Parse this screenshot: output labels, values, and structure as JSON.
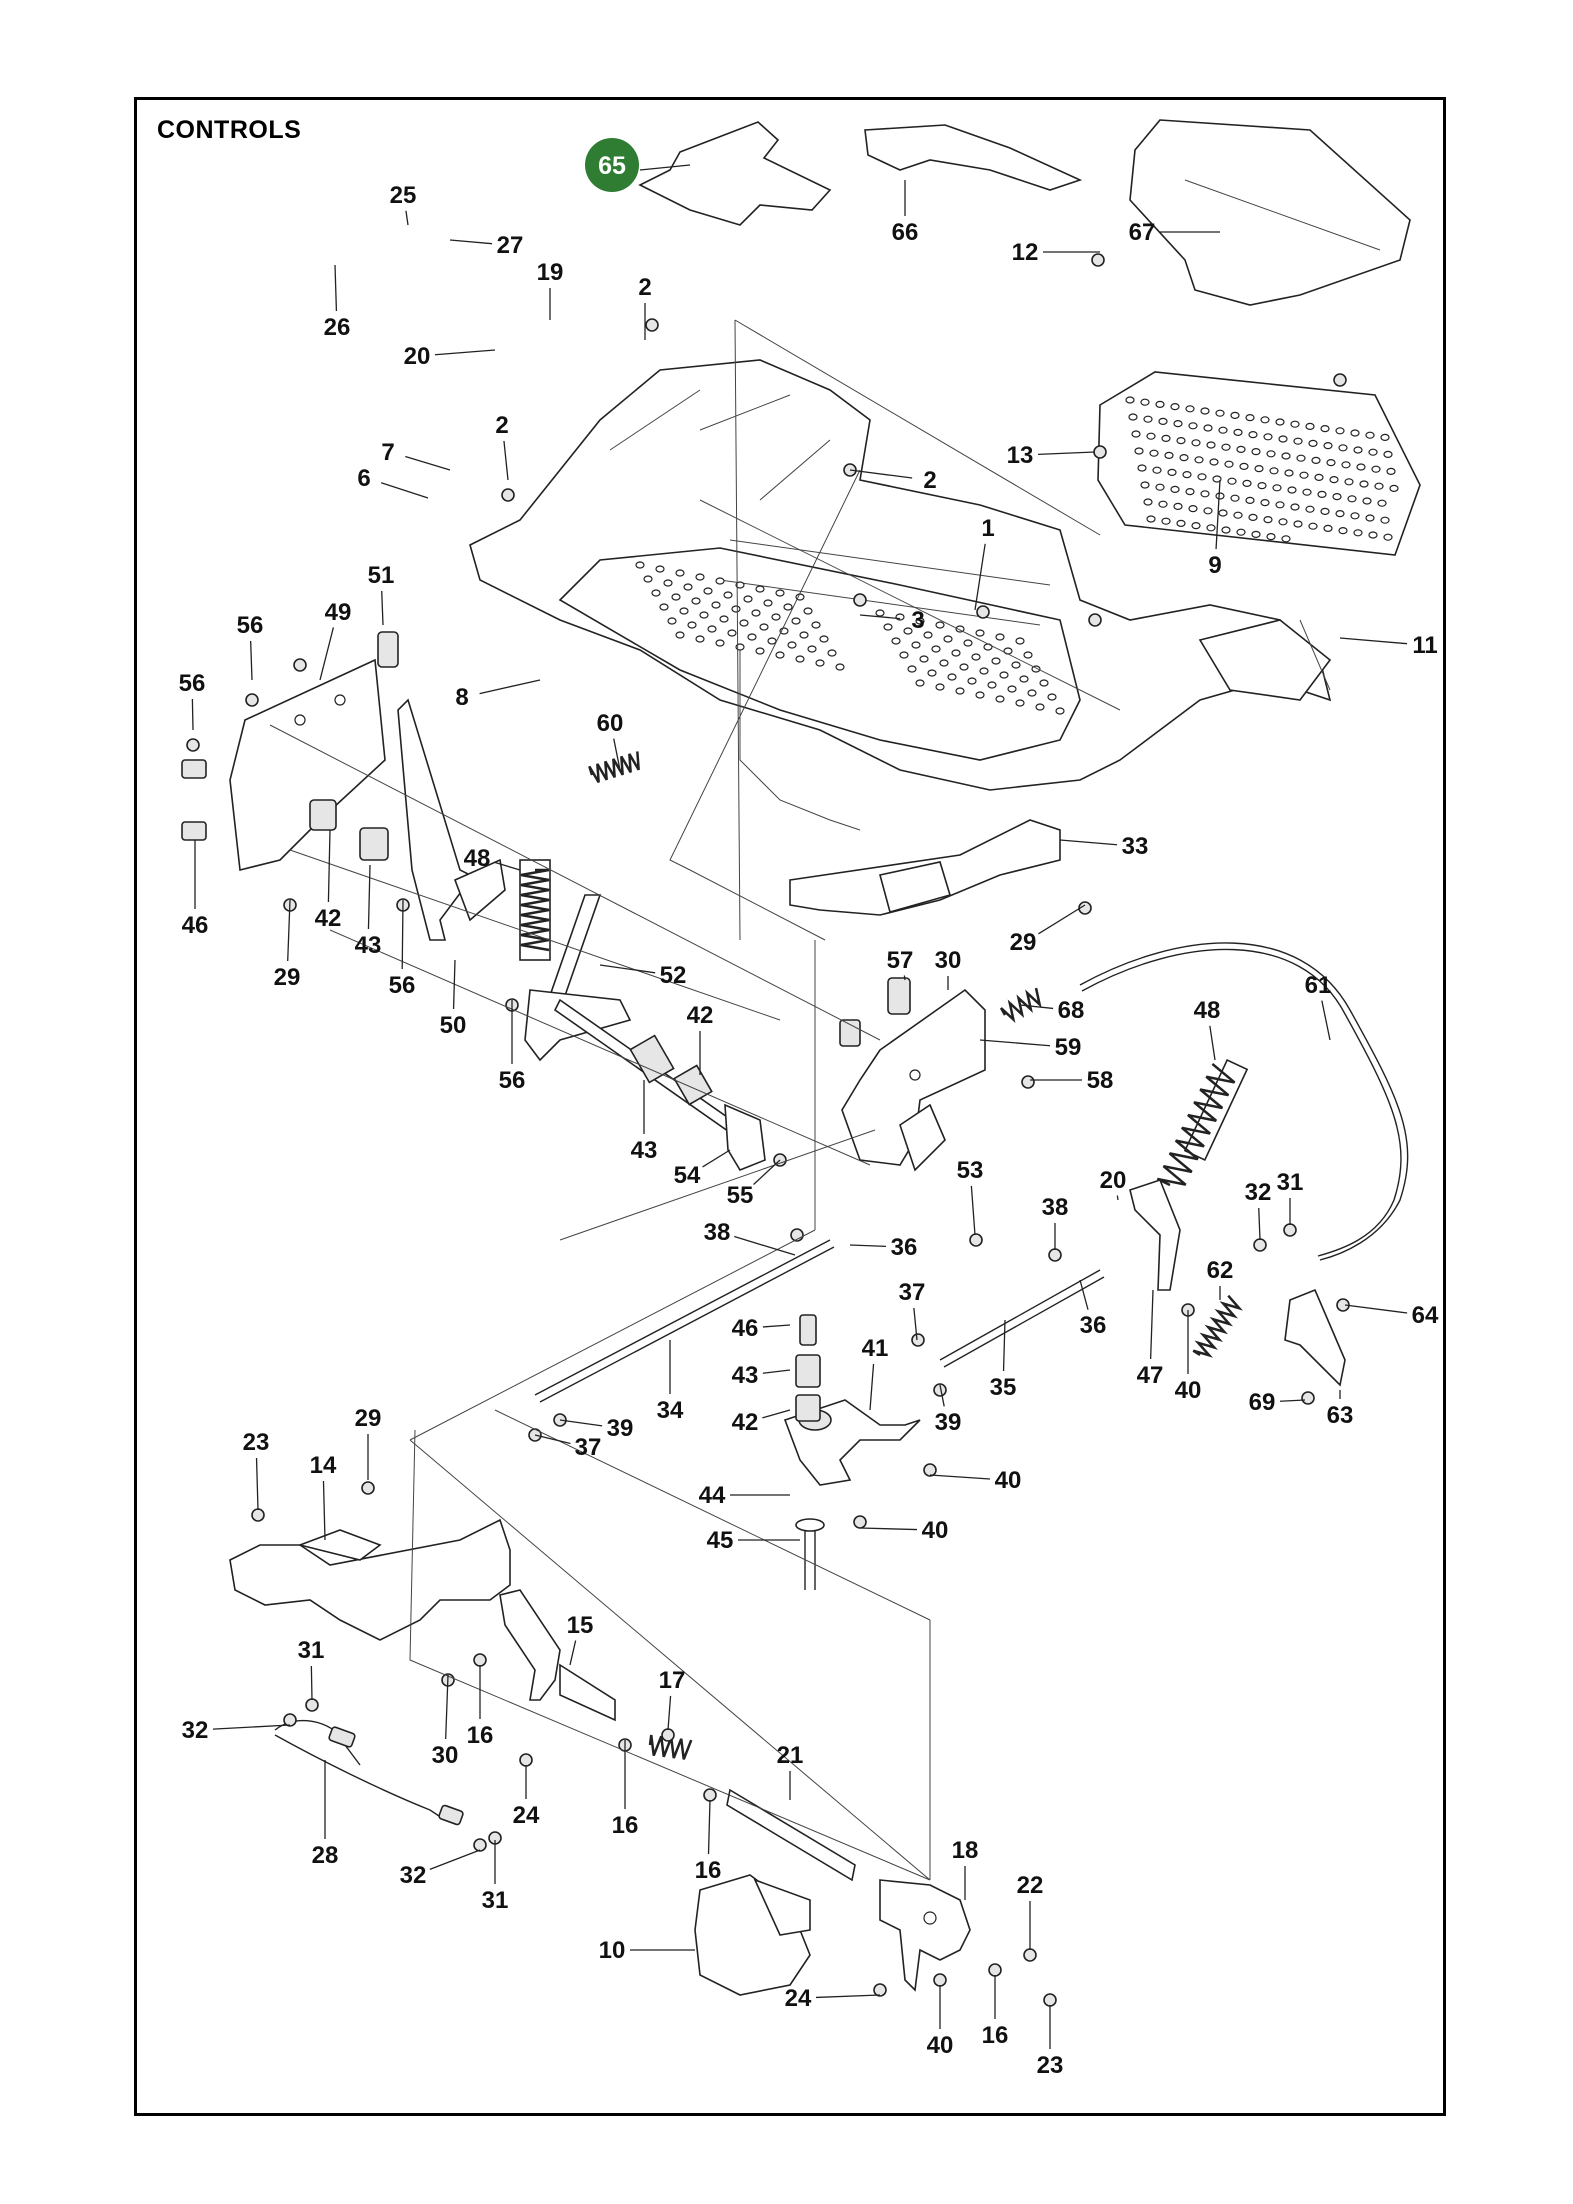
{
  "title": "CONTROLS",
  "highlight": {
    "label": "65",
    "color": "#2e7d32"
  },
  "callouts": [
    "1",
    "2",
    "3",
    "6",
    "7",
    "8",
    "9",
    "10",
    "11",
    "12",
    "13",
    "14",
    "15",
    "16",
    "17",
    "18",
    "19",
    "20",
    "21",
    "22",
    "23",
    "24",
    "25",
    "26",
    "27",
    "28",
    "29",
    "30",
    "31",
    "32",
    "33",
    "34",
    "35",
    "36",
    "37",
    "38",
    "39",
    "40",
    "41",
    "42",
    "43",
    "44",
    "45",
    "46",
    "47",
    "48",
    "49",
    "50",
    "51",
    "52",
    "53",
    "54",
    "55",
    "56",
    "57",
    "58",
    "59",
    "60",
    "61",
    "62",
    "63",
    "64",
    "66",
    "67",
    "68",
    "69"
  ]
}
